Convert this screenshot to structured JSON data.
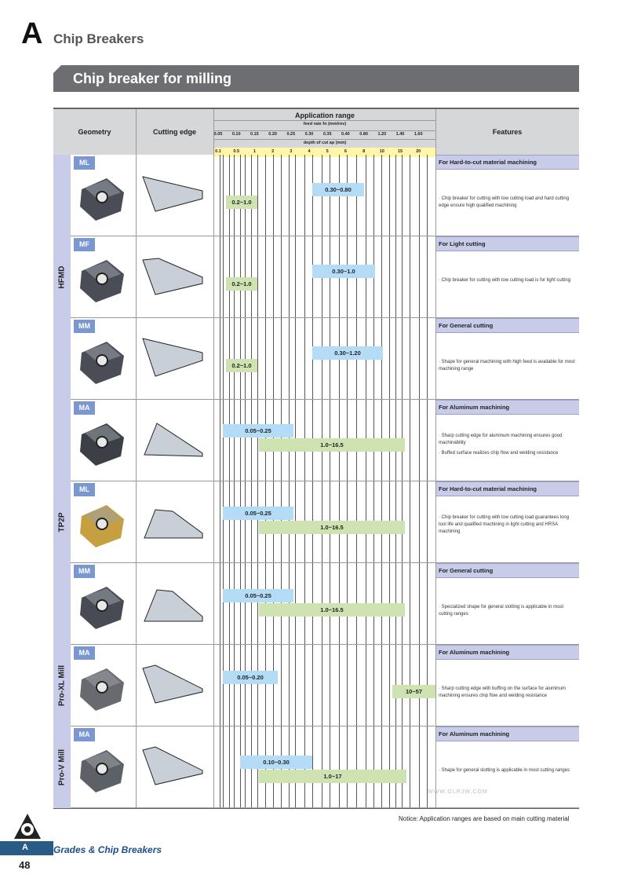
{
  "header": {
    "letter": "A",
    "title": "Chip Breakers"
  },
  "banner": {
    "title": "Chip breaker for milling"
  },
  "table": {
    "col_geometry": "Geometry",
    "col_cutting_edge": "Cutting edge",
    "col_features": "Features",
    "application_range": "Application range",
    "feed_rate_label": "feed rate fn (mm/rev)",
    "depth_label": "depth of cut ap (mm)",
    "feed_ticks": [
      "0.05",
      "0.10",
      "0.15",
      "0.20",
      "0.25",
      "0.30",
      "0.35",
      "0.40",
      "0.80",
      "1.20",
      "1.40",
      "1.60"
    ],
    "depth_ticks": [
      "0.1",
      "0.5",
      "1",
      "2",
      "3",
      "4",
      "5",
      "6",
      "8",
      "10",
      "15",
      "20"
    ]
  },
  "families": [
    {
      "name": "HFMD"
    },
    {
      "name": "TP2P"
    },
    {
      "name": "Pro-XL Mill"
    },
    {
      "name": "Pro-V Mill"
    }
  ],
  "rows": [
    {
      "code": "ML",
      "feature_title": "For Hard-to-cut material machining",
      "features": [
        "· Chip breaker for cutting with low cutting load and hard cutting edge ensure high qualified machining"
      ],
      "bars": [
        {
          "label": "0.30~0.80"
        },
        {
          "label": "0.2~1.0"
        }
      ]
    },
    {
      "code": "MF",
      "feature_title": "For Light cutting",
      "features": [
        "· Chip breaker for cutting with low cutting load is for light cutting"
      ],
      "bars": [
        {
          "label": "0.30~1.0"
        },
        {
          "label": "0.2~1.0"
        }
      ]
    },
    {
      "code": "MM",
      "feature_title": "For General cutting",
      "features": [
        "· Shape for general machining with high feed is available for most machining range"
      ],
      "bars": [
        {
          "label": "0.30~1.20"
        },
        {
          "label": "0.2~1.0"
        }
      ]
    },
    {
      "code": "MA",
      "feature_title": "For Aluminum machining",
      "features": [
        "· Sharp cutting edge for aluminum machining ensures good machinability",
        "· Buffed surface realizes chip flow and welding resistance"
      ],
      "bars": [
        {
          "label": "0.05~0.25"
        },
        {
          "label": "1.0~16.5"
        }
      ]
    },
    {
      "code": "ML",
      "feature_title": "For Hard-to-cut material machining",
      "features": [
        "· Chip breaker for cutting with low cutting load guarantees long tool life and qualified machining in light cutting and HRSA machining"
      ],
      "bars": [
        {
          "label": "0.05~0.25"
        },
        {
          "label": "1.0~16.5"
        }
      ]
    },
    {
      "code": "MM",
      "feature_title": "For General cutting",
      "features": [
        "· Specialized shape for general slotting is applicable in most cutting ranges"
      ],
      "bars": [
        {
          "label": "0.05~0.25"
        },
        {
          "label": "1.0~16.5"
        }
      ]
    },
    {
      "code": "MA",
      "feature_title": "For Aluminum machining",
      "features": [
        "· Sharp cutting edge with buffing on the surface for aluminum machining ensures chip flow and welding resistance"
      ],
      "bars": [
        {
          "label": "0.05~0.20"
        },
        {
          "label": "10~57"
        }
      ]
    },
    {
      "code": "MA",
      "feature_title": "For Aluminum machining",
      "features": [
        "· Shape for general slotting is applicable in most cutting ranges"
      ],
      "bars": [
        {
          "label": "0.10~0.30"
        },
        {
          "label": "1.0~17"
        }
      ]
    }
  ],
  "notice": "Notice: Application ranges are based on main cutting material",
  "footer": {
    "tab_letter": "A",
    "section": "Grades & Chip Breakers",
    "page": "48"
  },
  "watermark": "WWW.GLRJW.COM"
}
